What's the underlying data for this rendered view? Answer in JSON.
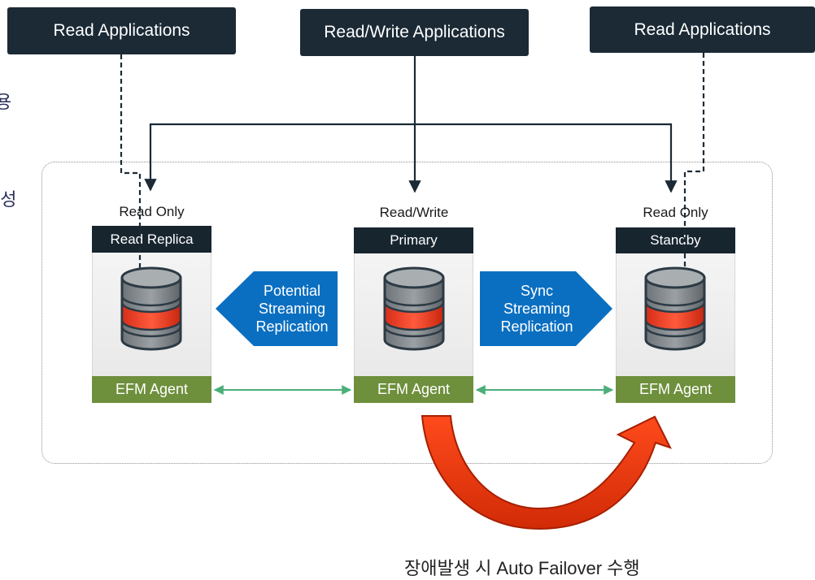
{
  "apps": {
    "left": "Read Applications",
    "center": "Read/Write Applications",
    "right": "Read Applications"
  },
  "side_text": {
    "top": "용",
    "middle": "구성"
  },
  "nodes": [
    {
      "role": "Read Only",
      "header": "Read Replica",
      "agent": "EFM Agent"
    },
    {
      "role": "Read/Write",
      "header": "Primary",
      "agent": "EFM Agent"
    },
    {
      "role": "Read Only",
      "header": "Standby",
      "agent": "EFM Agent"
    }
  ],
  "replication": {
    "left": [
      "Potential",
      "Streaming",
      "Replication"
    ],
    "right": [
      "Sync",
      "Streaming",
      "Replication"
    ]
  },
  "caption": "장애발생 시 Auto Failover 수행",
  "colors": {
    "app_box": "#1b2a35",
    "node_header": "#17252f",
    "agent": "#6e8f3c",
    "replication_arrow": "#0b6fc1",
    "failover_arrow": "#e8360e",
    "agent_link": "#4caf7a"
  }
}
